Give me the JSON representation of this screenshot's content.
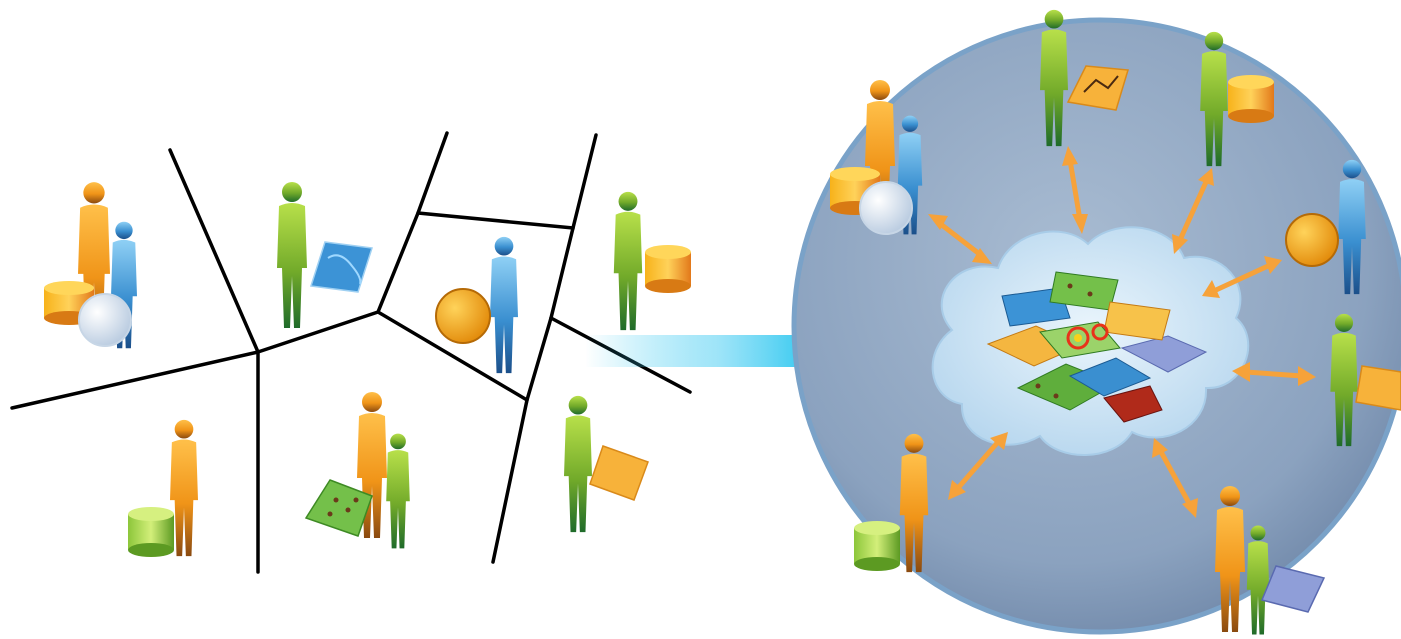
{
  "diagram": {
    "left_panel": {
      "cells": [
        {
          "people": [
            "orange",
            "blue"
          ],
          "object": "database-and-globe"
        },
        {
          "people": [
            "green"
          ],
          "object": "blue-map-layer"
        },
        {
          "people": [
            "blue"
          ],
          "object": "orange-globe"
        },
        {
          "people": [
            "green"
          ],
          "object": "orange-database"
        },
        {
          "people": [
            "orange"
          ],
          "object": "green-database"
        },
        {
          "people": [
            "orange",
            "green"
          ],
          "object": "green-map-layer"
        },
        {
          "people": [
            "green"
          ],
          "object": "orange-map-layer"
        }
      ]
    },
    "transition_arrow": {
      "direction": "right"
    },
    "right_panel": {
      "hub": "cloud-with-stacked-map-layers",
      "spokes": [
        {
          "people": [
            "orange",
            "blue"
          ],
          "object": "database-and-globe"
        },
        {
          "people": [
            "green"
          ],
          "object": "orange-map-layer"
        },
        {
          "people": [
            "green"
          ],
          "object": "orange-database"
        },
        {
          "people": [
            "blue"
          ],
          "object": "orange-globe"
        },
        {
          "people": [
            "green"
          ],
          "object": "orange-map-layer"
        },
        {
          "people": [
            "orange",
            "green"
          ],
          "object": "blue-map-layer"
        },
        {
          "people": [
            "orange"
          ],
          "object": "green-database"
        }
      ]
    },
    "colors": {
      "orange_person": "#f0a020",
      "blue_person": "#3a8fd0",
      "green_person": "#7ab62c",
      "sphere": "#8fa6c2",
      "cloud": "#c9e3f4",
      "connector_arrow": "#f6a23a",
      "transition_arrow": "#1fc3ee",
      "divider_lines": "#000000"
    }
  }
}
